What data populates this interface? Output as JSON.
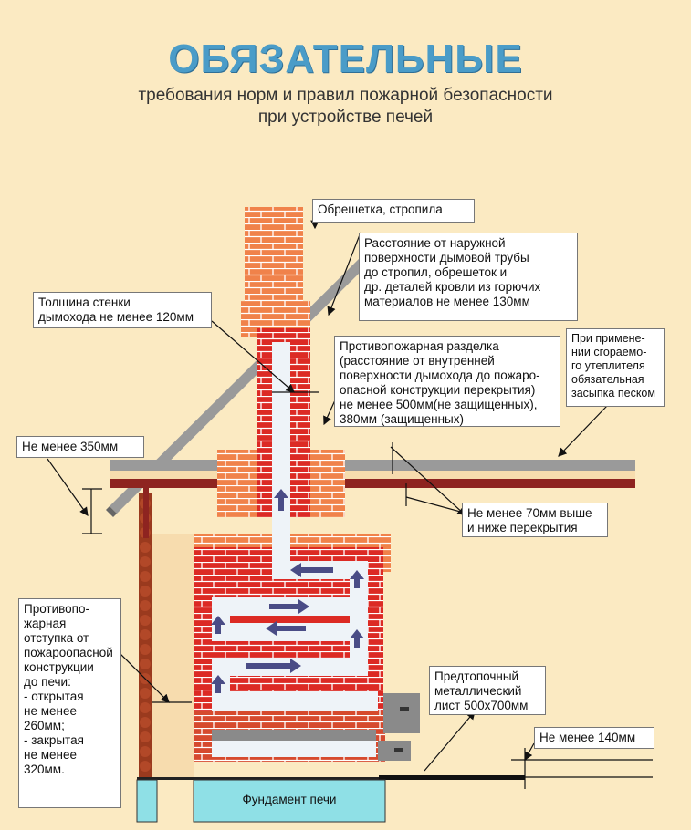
{
  "header": {
    "title": "ОБЯЗАТЕЛЬНЫЕ",
    "subtitle_line1": "требования норм и правил пожарной безопасности",
    "subtitle_line2": "при устройстве печей"
  },
  "labels": {
    "rafters": "Обрешетка, стропила",
    "distance_roof": [
      "Расстояние от наружной",
      "поверхности дымовой трубы",
      "до стропил, обрешеток и",
      "др. деталей кровли из горючих",
      "материалов    не менее 130мм"
    ],
    "wall_thickness": [
      "Толщина стенки",
      "дымохода не менее 120мм"
    ],
    "fire_cut": [
      "Противопожарная разделка",
      "(расстояние от внутренней",
      "поверхности дымохода до пожаро-",
      "опасной конструкции перекрытия)",
      "не менее 500мм(не защищенных),",
      "380мм (защищенных)"
    ],
    "insulation": [
      "При примене-",
      "нии сгораемо-",
      "го утеплителя",
      "обязательная",
      "засыпка песком"
    ],
    "min_350": "Не менее 350мм",
    "min_70": [
      "Не менее 70мм выше",
      "и ниже перекрытия"
    ],
    "indent": [
      "Противопо-",
      "жарная",
      "отступка от",
      "пожароопасной",
      "конструкции",
      "до печи:",
      "- открытая",
      "не менее",
      "260мм;",
      "- закрытая",
      "не менее",
      "320мм."
    ],
    "sheet": [
      "Предтопочный",
      "металлический",
      "лист 500х700мм"
    ],
    "min_140": "Не менее 140мм",
    "foundation": "Фундамент печи"
  },
  "colors": {
    "background": "#fbeac2",
    "brick_light": "#f0824a",
    "brick_dark": "#dc2a24",
    "mortar": "#ffffff",
    "flue": "#eef3f8",
    "arrow": "#4a4c86",
    "roof": "#8c8c8c",
    "ceiling": "#8e2420",
    "title": "#4a9cc8",
    "foundation": "#8fe0e6"
  },
  "icons": {
    "flow": "arrow-icon"
  }
}
